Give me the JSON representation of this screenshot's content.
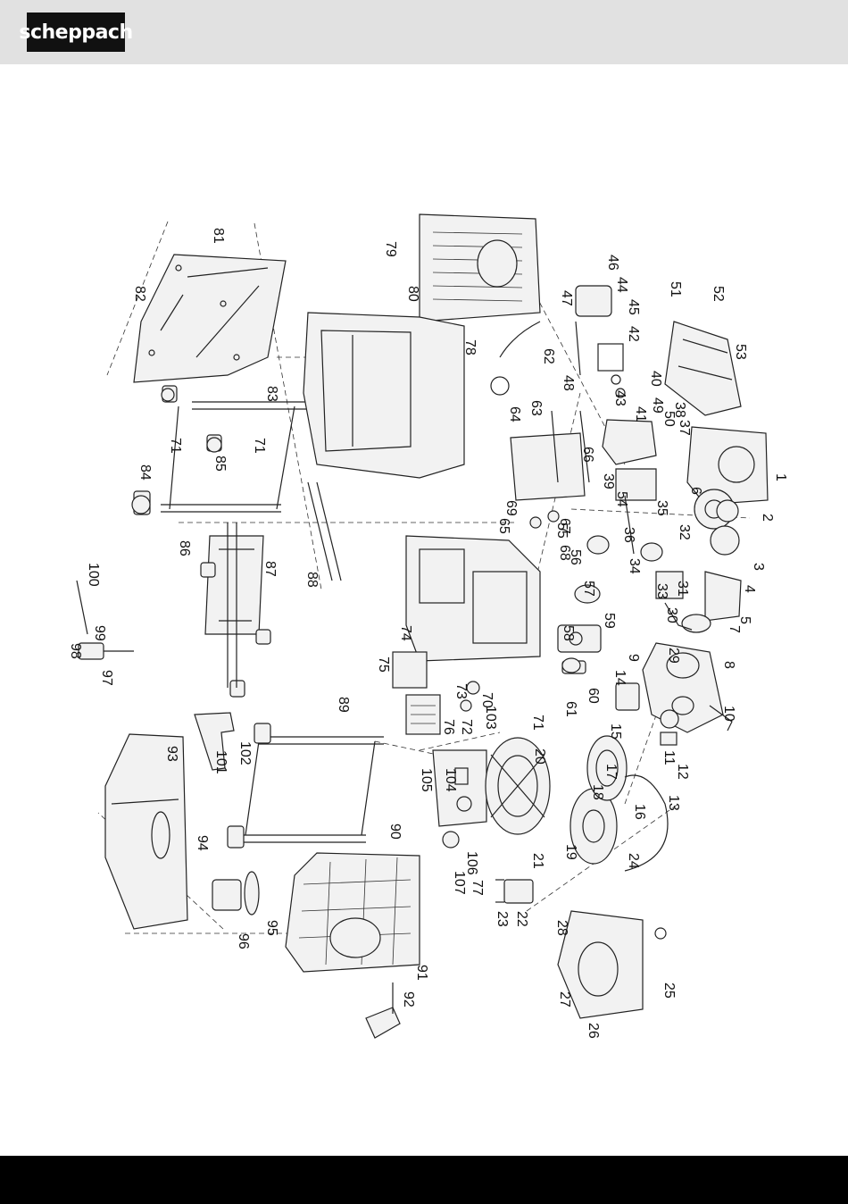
{
  "brand": {
    "name": "scheppach"
  },
  "colors": {
    "header_bg": "#e1e1e1",
    "footer_bg": "#000000",
    "logo_bg": "#111111",
    "logo_text": "#ffffff"
  },
  "diagram": {
    "type": "exploded-parts-view",
    "labels": [
      "1",
      "2",
      "3",
      "4",
      "5",
      "6",
      "7",
      "8",
      "9",
      "10",
      "11",
      "12",
      "13",
      "14",
      "15",
      "16",
      "17",
      "18",
      "19",
      "20",
      "21",
      "22",
      "23",
      "24",
      "25",
      "26",
      "27",
      "28",
      "29",
      "30",
      "31",
      "32",
      "33",
      "34",
      "35",
      "36",
      "37",
      "38",
      "39",
      "40",
      "41",
      "42",
      "43",
      "44",
      "45",
      "46",
      "47",
      "48",
      "49",
      "50",
      "51",
      "52",
      "53",
      "54",
      "55",
      "56",
      "57",
      "58",
      "59",
      "60",
      "61",
      "62",
      "63",
      "64",
      "65",
      "66",
      "67",
      "68",
      "69",
      "70",
      "71",
      "71",
      "71",
      "72",
      "73",
      "74",
      "75",
      "76",
      "77",
      "78",
      "79",
      "80",
      "81",
      "82",
      "83",
      "84",
      "85",
      "86",
      "87",
      "88",
      "89",
      "90",
      "91",
      "92",
      "93",
      "94",
      "95",
      "96",
      "97",
      "98",
      "99",
      "100",
      "101",
      "102",
      "103",
      "104",
      "105",
      "106",
      "107"
    ]
  }
}
